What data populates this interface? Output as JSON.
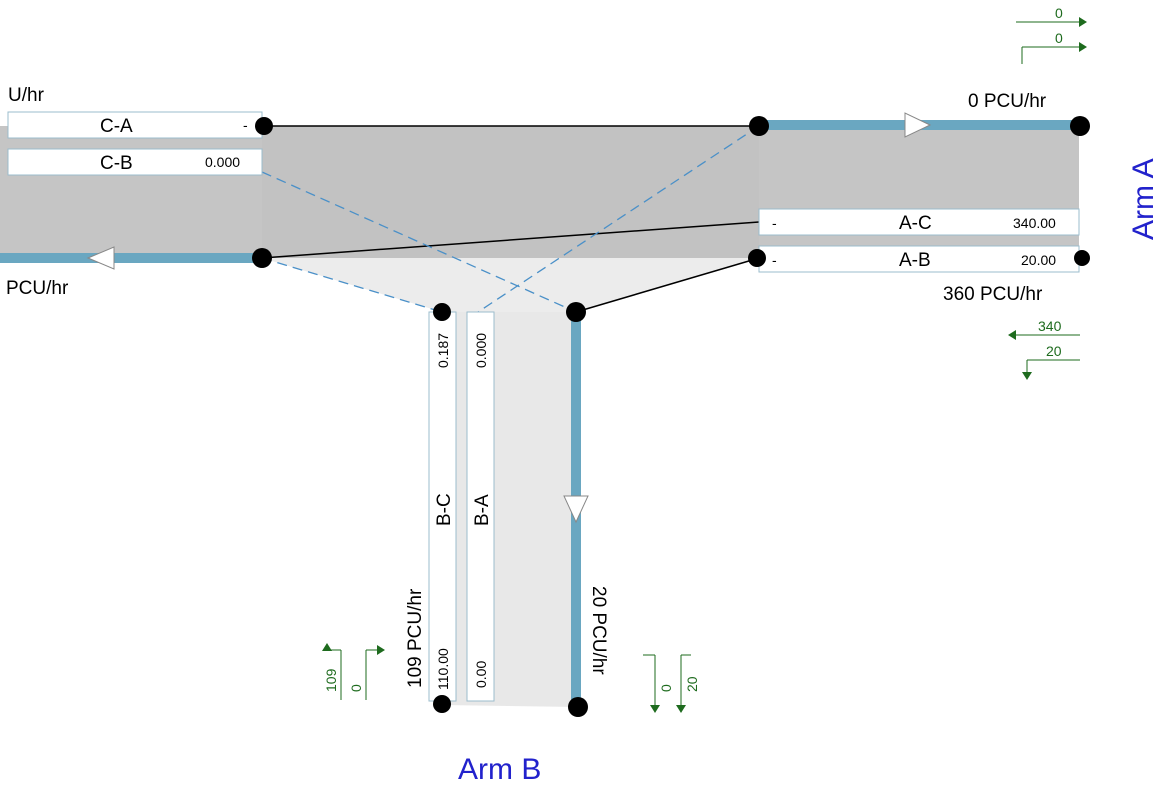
{
  "arm_a": {
    "label": "Arm A",
    "exit_flow": "0 PCU/hr",
    "entry_flow": "360 PCU/hr",
    "stream_ac": {
      "name": "A-C",
      "left": "-",
      "value": "340.00"
    },
    "stream_ab": {
      "name": "A-B",
      "left": "-",
      "value": "20.00"
    },
    "top_indicator": {
      "upper": "0",
      "lower": "0"
    },
    "bottom_indicator": {
      "upper": "340",
      "lower": "20"
    }
  },
  "arm_b": {
    "label": "Arm B",
    "entry_flow": "109 PCU/hr",
    "exit_flow": "20 PCU/hr",
    "stream_bc": {
      "name": "B-C",
      "top": "0.187",
      "bottom": "110.00"
    },
    "stream_ba": {
      "name": "B-A",
      "top": "0.000",
      "bottom": "0.00"
    },
    "left_indicator": {
      "a": "109",
      "b": "0"
    },
    "right_indicator": {
      "a": "0",
      "b": "20"
    }
  },
  "arm_c": {
    "entry_flow_partial": "U/hr",
    "exit_flow_partial": "PCU/hr",
    "stream_ca": {
      "name": "C-A",
      "value": "-"
    },
    "stream_cb": {
      "name": "C-B",
      "value": "0.000"
    }
  },
  "colors": {
    "road": "#c5c5c5",
    "road_light": "#e8e8e8",
    "lane": "#6aa7c1",
    "arm_label": "#2222cc",
    "indicator": "#1e6b1e",
    "dashed_line": "#4a90c8"
  },
  "icons": [
    "direction-arrow-icon",
    "node-icon",
    "turn-indicator-icon"
  ]
}
